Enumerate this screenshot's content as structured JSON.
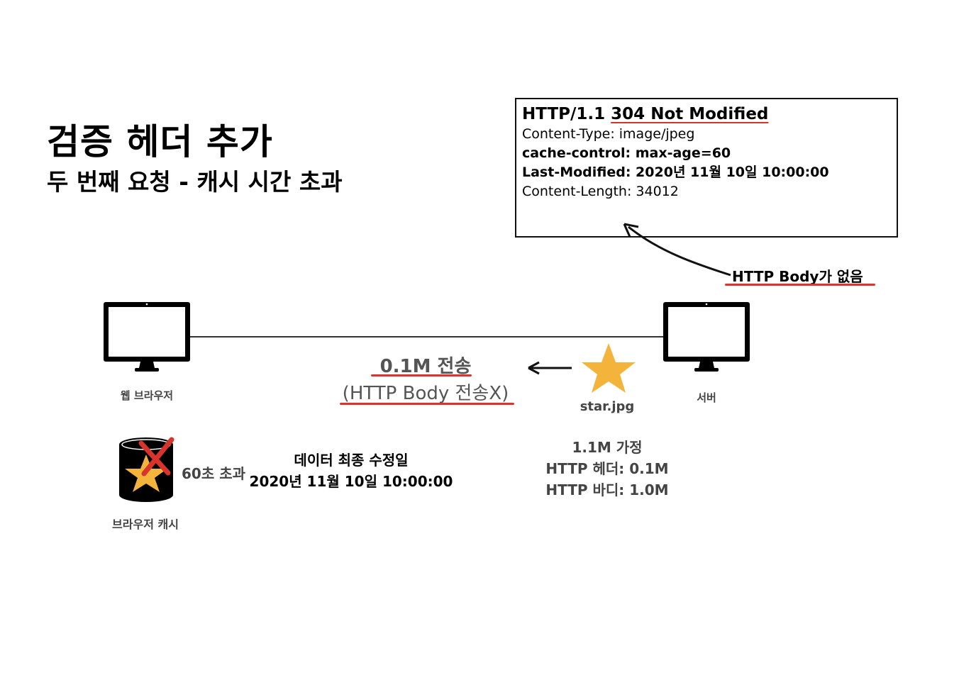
{
  "title": "검증 헤더 추가",
  "subtitle": "두 번째 요청 - 캐시 시간 초과",
  "response": {
    "status_prefix": "HTTP/1.1 ",
    "status_code": "304 Not Modified",
    "lines": [
      "Content-Type: image/jpeg",
      "cache-control: max-age=60",
      "Last-Modified: 2020년 11월 10일 10:00:00",
      "Content-Length: 34012"
    ]
  },
  "no_body_note": "HTTP Body가 없음",
  "client_label": "웹 브라우저",
  "server_label": "서버",
  "transfer": {
    "size": "0.1M 전송",
    "note": "(HTTP Body 전송X)"
  },
  "file_name": "star.jpg",
  "assumption": {
    "total": "1.1M 가정",
    "header": "HTTP 헤더: 0.1M",
    "body": "HTTP 바디: 1.0M"
  },
  "cache": {
    "label": "브라우저 캐시",
    "expired": "60초 초과"
  },
  "last_modified_note": {
    "label": "데이터 최종 수정일",
    "value": "2020년 11월 10일 10:00:00"
  },
  "colors": {
    "accent_red": "#d9342b",
    "star": "#f4b33a",
    "text_gray": "#444444"
  }
}
